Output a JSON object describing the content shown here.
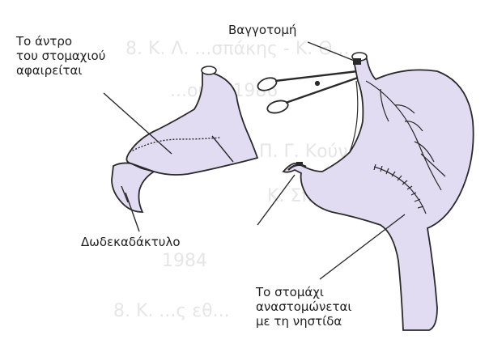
{
  "labels": {
    "antrum_line1": "Το άντρο",
    "antrum_line2": "του στομαχιού",
    "antrum_line3": "αφαιρείται",
    "vagotomy": "Βαγγοτομή",
    "duodenum": "Δωδεκαδάκτυλο",
    "anastomosis_line1": "Το στομάχι",
    "anastomosis_line2": "αναστομώνεται",
    "anastomosis_line3": "με τη νηστίδα"
  },
  "background_text": {
    "line1": "8.      Κ. Λ. ...σπάκης - Κ. Θ...",
    "line2": "...οιρα 1986",
    "line3": "Π. Γ. Κούνο...",
    "line4": "Κ. Σπανός ...",
    "line5": "1984",
    "line6": "8.      Κ.  ...ς  εθ..."
  },
  "colors": {
    "organ_fill": "#e2dcf3",
    "outline": "#2a2a2a",
    "background": "#ffffff",
    "watermark": "#e6e6e6"
  }
}
